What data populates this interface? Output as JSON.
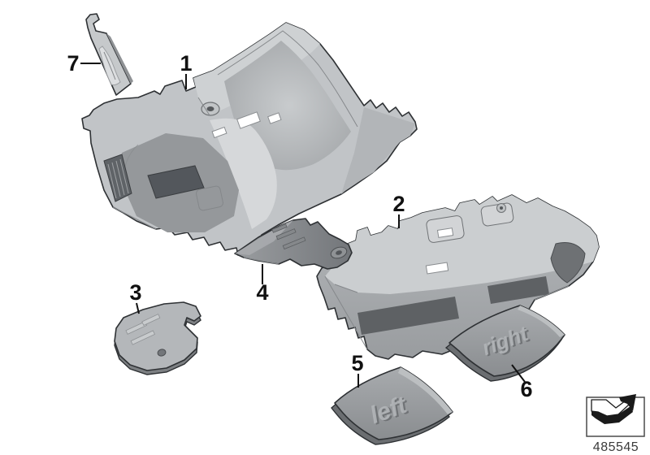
{
  "diagram": {
    "background_color": "#ffffff",
    "outline_color": "#2e3134",
    "callout_text_color": "#111111",
    "callouts": [
      {
        "label": "1",
        "points_to": "front-floor-covering"
      },
      {
        "label": "2",
        "points_to": "rear-floor-covering"
      },
      {
        "label": "3",
        "points_to": "small-foam-insert"
      },
      {
        "label": "4",
        "points_to": "wedge-foam-insert"
      },
      {
        "label": "5",
        "points_to": "rear-foam-pad-left"
      },
      {
        "label": "6",
        "points_to": "rear-foam-pad-right"
      },
      {
        "label": "7",
        "points_to": "trim-strip"
      }
    ],
    "embossed_text": {
      "part_5": "left",
      "part_6": "right"
    },
    "footer": {
      "diagram_number": "485545",
      "direction_icon": "3d-direction-arrow-icon"
    },
    "part_colors": {
      "body_light": "#c9ccce",
      "body_mid": "#9ea1a4",
      "body_dark": "#6f7275",
      "heel_pad": "#53575c"
    }
  }
}
